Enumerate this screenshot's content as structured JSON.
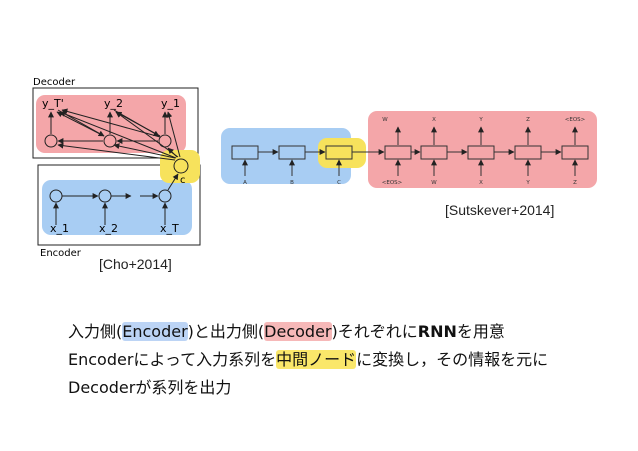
{
  "diagram": {
    "cho": {
      "decoder_label": "Decoder",
      "encoder_label": "Encoder",
      "context_label": "c",
      "decoder_nodes": [
        "y_T'",
        "y_2",
        "y_1"
      ],
      "encoder_nodes": [
        "x_1",
        "x_2",
        "x_T"
      ]
    },
    "sutskever": {
      "encoder_inputs": [
        "A",
        "B",
        "C"
      ],
      "decoder_outputs": [
        "W",
        "X",
        "Y",
        "Z",
        "<EOS>"
      ],
      "decoder_inputs": [
        "<EOS>",
        "W",
        "X",
        "Y",
        "Z"
      ]
    },
    "colors": {
      "encoder": "#a8cdf3",
      "decoder": "#f4a6a9",
      "context": "#f7e25c"
    }
  },
  "captions": {
    "cho": "[Cho+2014]",
    "sutskever": "[Sutskever+2014]"
  },
  "text": {
    "line1": {
      "pre": "入力側(",
      "encoder": "Encoder",
      "mid": ")と出力側(",
      "decoder": "Decoder",
      "post": ")それぞれに",
      "rnn": "RNN",
      "end": "を用意"
    },
    "line2": {
      "pre": "Encoderによって入力系列を",
      "highlight": "中間ノード",
      "post": "に変換し，その情報を元に"
    },
    "line3": "Decoderが系列を出力"
  }
}
